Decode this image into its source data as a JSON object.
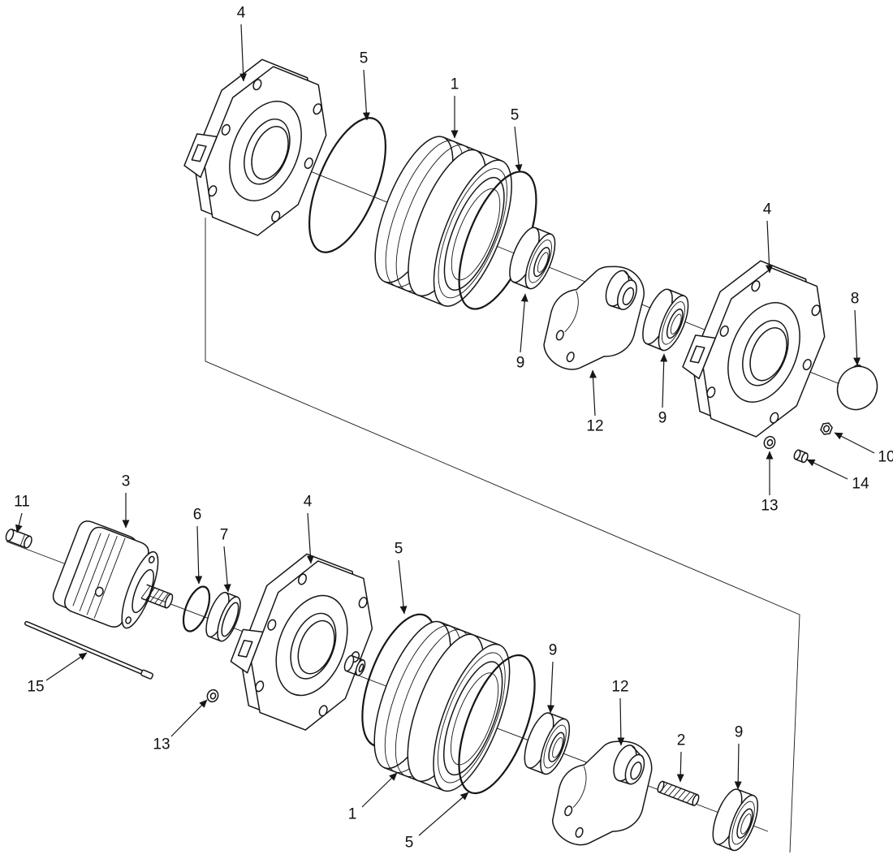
{
  "meta": {
    "background_color": "#ffffff",
    "line_color": "#161616"
  },
  "callouts": [
    {
      "id": "flange-top-left",
      "label": "4"
    },
    {
      "id": "oring-top-1",
      "label": "5"
    },
    {
      "id": "drum-top",
      "label": "1"
    },
    {
      "id": "oring-top-2",
      "label": "5"
    },
    {
      "id": "bearing-top-1",
      "label": "9"
    },
    {
      "id": "yoke-top",
      "label": "12"
    },
    {
      "id": "bearing-top-2",
      "label": "9"
    },
    {
      "id": "flange-top-right",
      "label": "4"
    },
    {
      "id": "end-cap",
      "label": "8"
    },
    {
      "id": "nut",
      "label": "10"
    },
    {
      "id": "plug",
      "label": "14"
    },
    {
      "id": "washer-top",
      "label": "13"
    },
    {
      "id": "pin",
      "label": "11"
    },
    {
      "id": "gear-pump",
      "label": "3"
    },
    {
      "id": "small-oring",
      "label": "6"
    },
    {
      "id": "collar",
      "label": "7"
    },
    {
      "id": "flange-bottom",
      "label": "4"
    },
    {
      "id": "oring-bottom-1",
      "label": "5"
    },
    {
      "id": "tie-rod",
      "label": "15"
    },
    {
      "id": "washer-bottom",
      "label": "13"
    },
    {
      "id": "drum-bottom",
      "label": "1"
    },
    {
      "id": "oring-bottom-2",
      "label": "5"
    },
    {
      "id": "bearing-bottom-1",
      "label": "9"
    },
    {
      "id": "yoke-bottom",
      "label": "12"
    },
    {
      "id": "stud",
      "label": "2"
    },
    {
      "id": "bearing-bottom-2",
      "label": "9"
    }
  ]
}
